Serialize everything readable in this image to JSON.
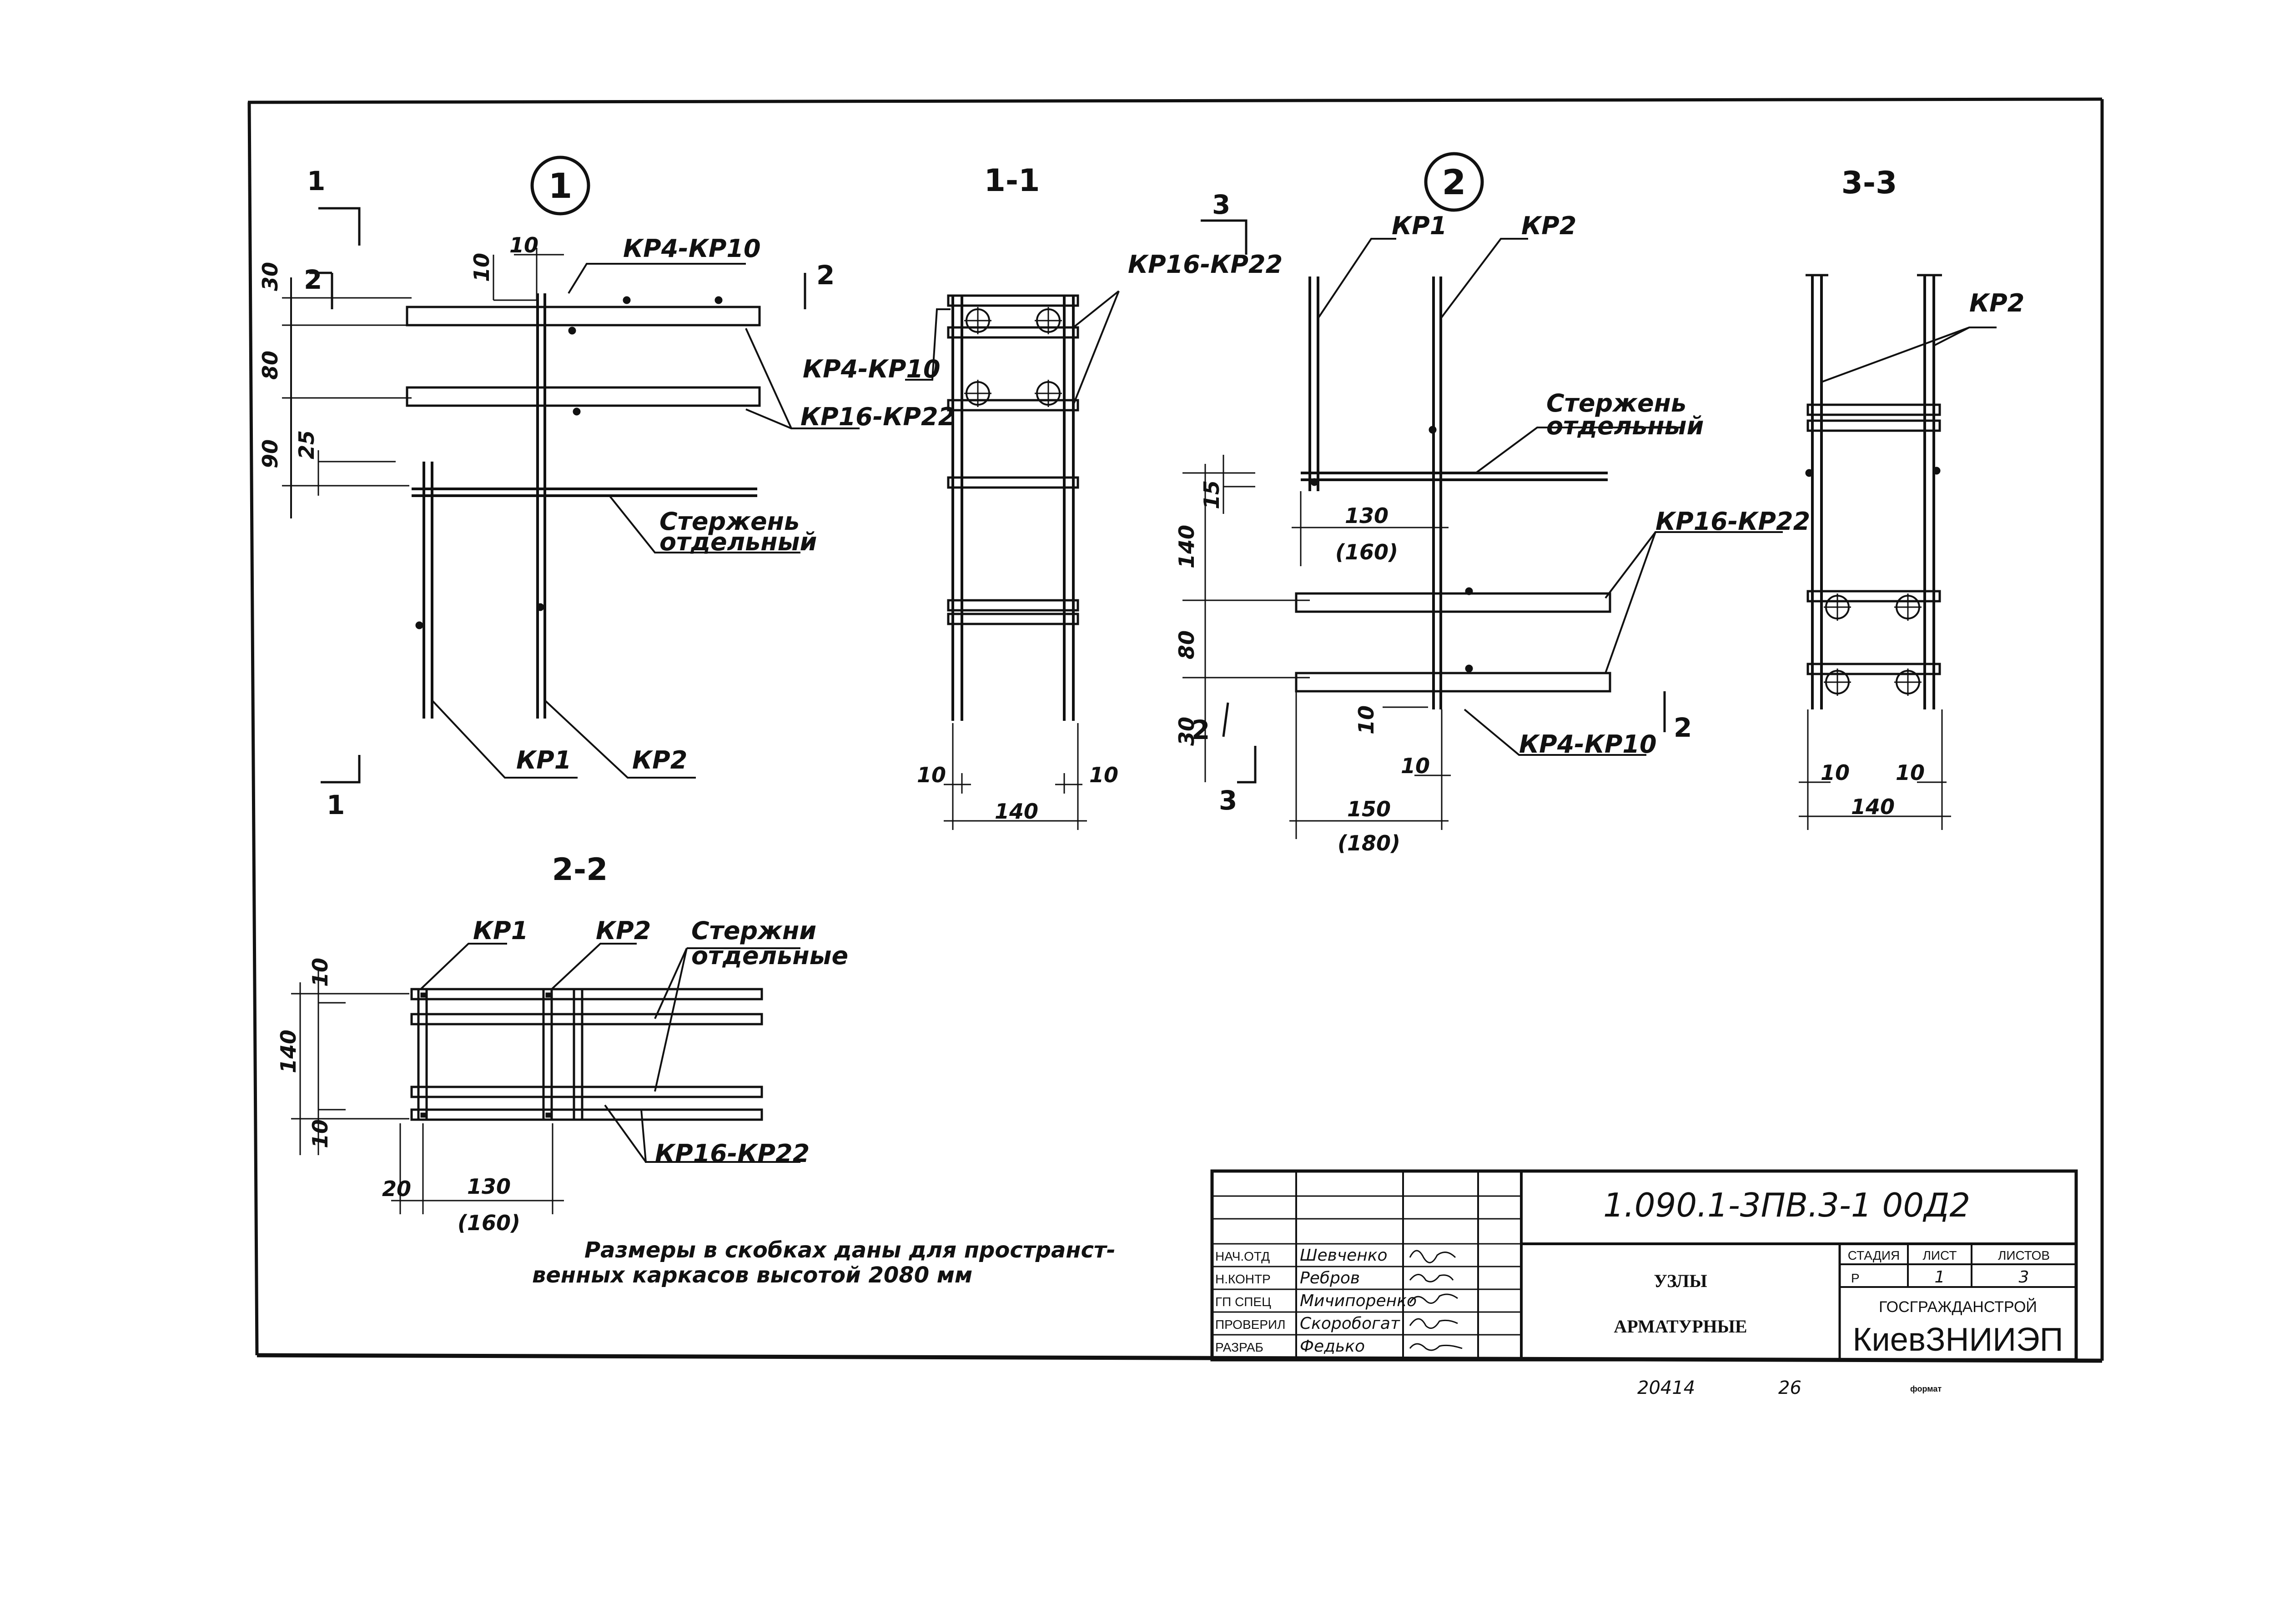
{
  "node1": {
    "number": "1"
  },
  "node2": {
    "number": "2"
  },
  "section_titles": {
    "s11": "1-1",
    "s22": "2-2",
    "s33": "3-3"
  },
  "cut_marks": {
    "one": "1",
    "two": "2",
    "three": "3"
  },
  "labels": {
    "kr1": "КР1",
    "kr2": "КР2",
    "kr4_kr10": "КР4-КР10",
    "kr16_kr22": "КР16-КР22",
    "rod_line1": "Стержень",
    "rod_line2": "отдельный",
    "rods_line1": "Стержни",
    "rods_line2": "отдельные"
  },
  "dims": {
    "d10": "10",
    "d20": "20",
    "d25": "25",
    "d30": "30",
    "d15": "15",
    "d80": "80",
    "d90": "90",
    "d130": "130",
    "d140": "140",
    "d150": "150",
    "d160p": "(160)",
    "d180p": "(180)"
  },
  "note": {
    "line1": "Размеры в скобках даны для пространст-",
    "line2": "венных каркасов высотой 2080 мм"
  },
  "title_block": {
    "code": "1.090.1-3ПВ.3-1    00Д2",
    "roles": [
      "НАЧ.ОТД",
      "Н.КОНТР",
      "ГП СПЕЦ",
      "ПРОВЕРИЛ",
      "РАЗРАБ"
    ],
    "names": [
      "Шевченко",
      "Ребров",
      "Мичипоренко",
      "Скоробогат",
      "Федько"
    ],
    "title_line1": "УЗЛЫ",
    "title_line2": "АРМАТУРНЫЕ",
    "stage_header": "СТАДИЯ",
    "sheet_header": "ЛИСТ",
    "sheets_header": "ЛИСТОВ",
    "stage": "Р",
    "sheet": "1",
    "sheets": "3",
    "org1": "ГОСГРАЖДАНСТРОЙ",
    "org2": "КиевЗНИИЭП"
  },
  "footer": {
    "inv": "20414",
    "page": "26",
    "format": "формат"
  }
}
